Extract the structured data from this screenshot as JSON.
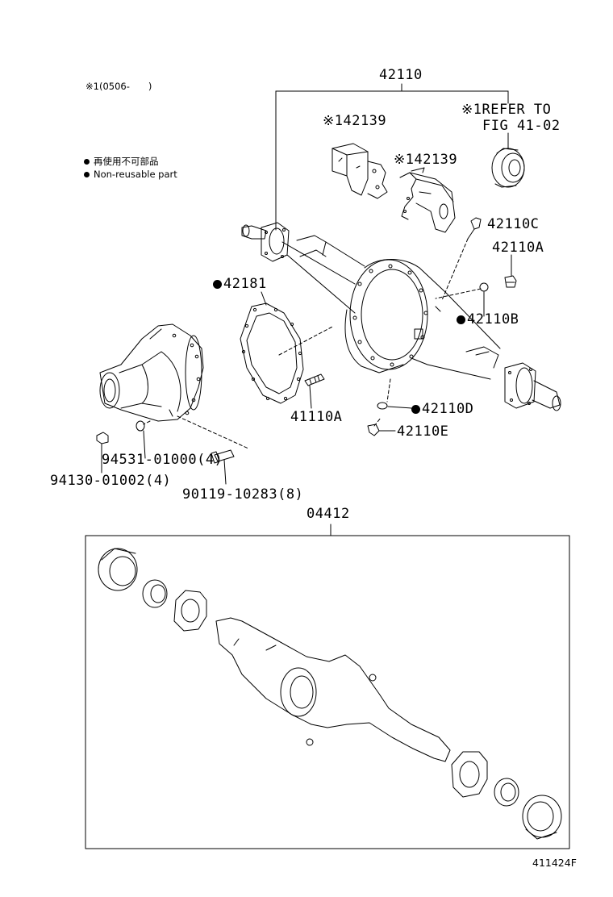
{
  "note_range": "※1(0506-　　)",
  "legend": {
    "jp": "再使用不可部品",
    "en": "Non-reusable part"
  },
  "labels": {
    "main_assembly": "42110",
    "cover_a": "※142139",
    "cover_b": "※142139",
    "refer_line1": "※1REFER TO",
    "refer_line2": "FIG 41-02",
    "plug_c": "42110C",
    "plug_a": "42110A",
    "gasket_b": "42110B",
    "gasket_carrier": "42181",
    "stud": "41110A",
    "gasket_d": "42110D",
    "plug_e": "42110E",
    "washer": "94531-01000(4)",
    "nut": "94130-01002(4)",
    "bolt": "90119-10283(8)",
    "kit": "04412"
  },
  "figure_code": "411424F"
}
